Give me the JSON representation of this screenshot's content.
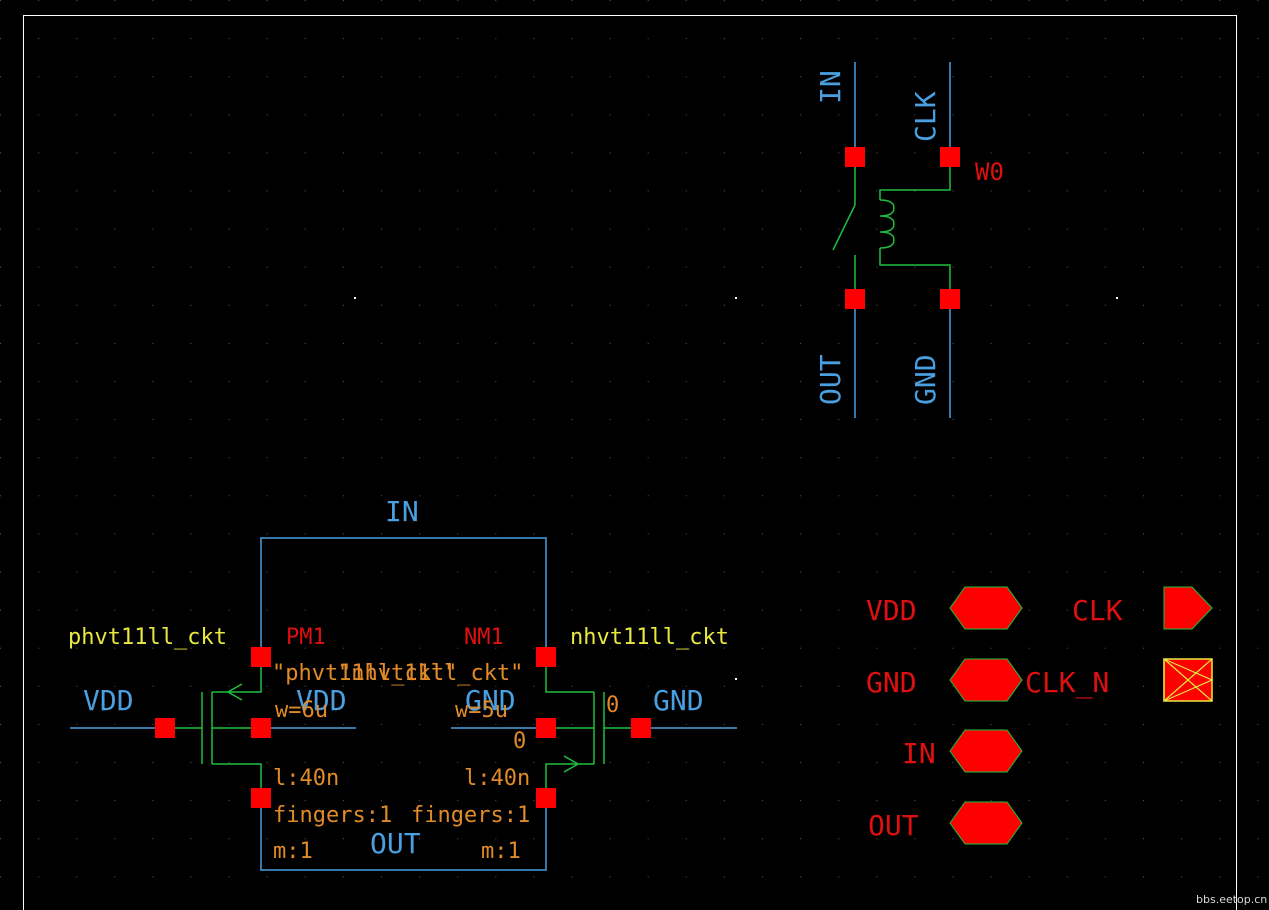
{
  "colors": {
    "background": "#000000",
    "wire": "#4a9fe0",
    "pin": "#ff0000",
    "device": "#1fbf3f",
    "pin_label": "#e01010",
    "cell_name": "#e8e840",
    "instance": "#e08a28",
    "frame": "#ffffff"
  },
  "switch_symbol": {
    "pin_in": "IN",
    "pin_clk": "CLK",
    "pin_out": "OUT",
    "pin_gnd": "GND",
    "instance": "W0"
  },
  "inverter": {
    "top_net": "IN",
    "bottom_net": "OUT",
    "pmos": {
      "cell": "phvt11ll_ckt",
      "inst": "PM1",
      "cell_quoted": "\"phvt11ll_ckt\"",
      "w": "w=6u",
      "l": "l:40n",
      "fingers": "fingers:1",
      "m": "m:1",
      "bulk_net": "VDD",
      "source_net": "VDD"
    },
    "nmos": {
      "cell": "nhvt11ll_ckt",
      "inst": "NM1",
      "cell_quoted": "\"nhvt11ll_ckt\"",
      "w": "w=5u",
      "l": "l:40n",
      "fingers": "fingers:1",
      "m": "m:1",
      "bulk_net": "GND",
      "source_net": "GND",
      "zero_a": "0",
      "zero_b": "0"
    }
  },
  "pins": [
    {
      "label": "VDD",
      "icon": "hexagon-pin-icon"
    },
    {
      "label": "GND",
      "icon": "hexagon-pin-icon"
    },
    {
      "label": "IN",
      "icon": "hexagon-pin-icon"
    },
    {
      "label": "OUT",
      "icon": "hexagon-pin-icon"
    },
    {
      "label": "CLK",
      "icon": "arrow-pin-icon"
    },
    {
      "label": "CLK_N",
      "icon": "crossed-box-pin-icon"
    }
  ],
  "watermark": "bbs.eetop.cn"
}
